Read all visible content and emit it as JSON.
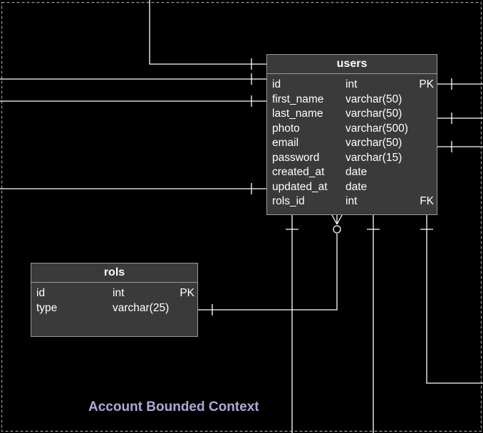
{
  "diagram": {
    "background": "#000000",
    "line_color": "#ffffff",
    "entity_fill": "#3a3a3a",
    "entity_border": "#9a9a9a",
    "frame_color": "#9a9a9a",
    "context_label_color": "#b4a7d6"
  },
  "context_label": "Account Bounded Context",
  "users": {
    "title": "users",
    "fields": [
      {
        "name": "id",
        "type": "int",
        "key": "PK"
      },
      {
        "name": "first_name",
        "type": "varchar(50)",
        "key": ""
      },
      {
        "name": "last_name",
        "type": "varchar(50)",
        "key": ""
      },
      {
        "name": "photo",
        "type": "varchar(500)",
        "key": ""
      },
      {
        "name": "email",
        "type": "varchar(50)",
        "key": ""
      },
      {
        "name": "password",
        "type": "varchar(15)",
        "key": ""
      },
      {
        "name": "created_at",
        "type": "date",
        "key": ""
      },
      {
        "name": "updated_at",
        "type": "date",
        "key": ""
      },
      {
        "name": "rols_id",
        "type": "int",
        "key": "FK"
      }
    ]
  },
  "rols": {
    "title": "rols",
    "fields": [
      {
        "name": "id",
        "type": "int",
        "key": "PK"
      },
      {
        "name": "type",
        "type": "varchar(25)",
        "key": ""
      }
    ]
  },
  "relationships": [
    {
      "from": "users",
      "to": "rols",
      "from_end": "zero-or-many",
      "to_end": "one"
    }
  ]
}
